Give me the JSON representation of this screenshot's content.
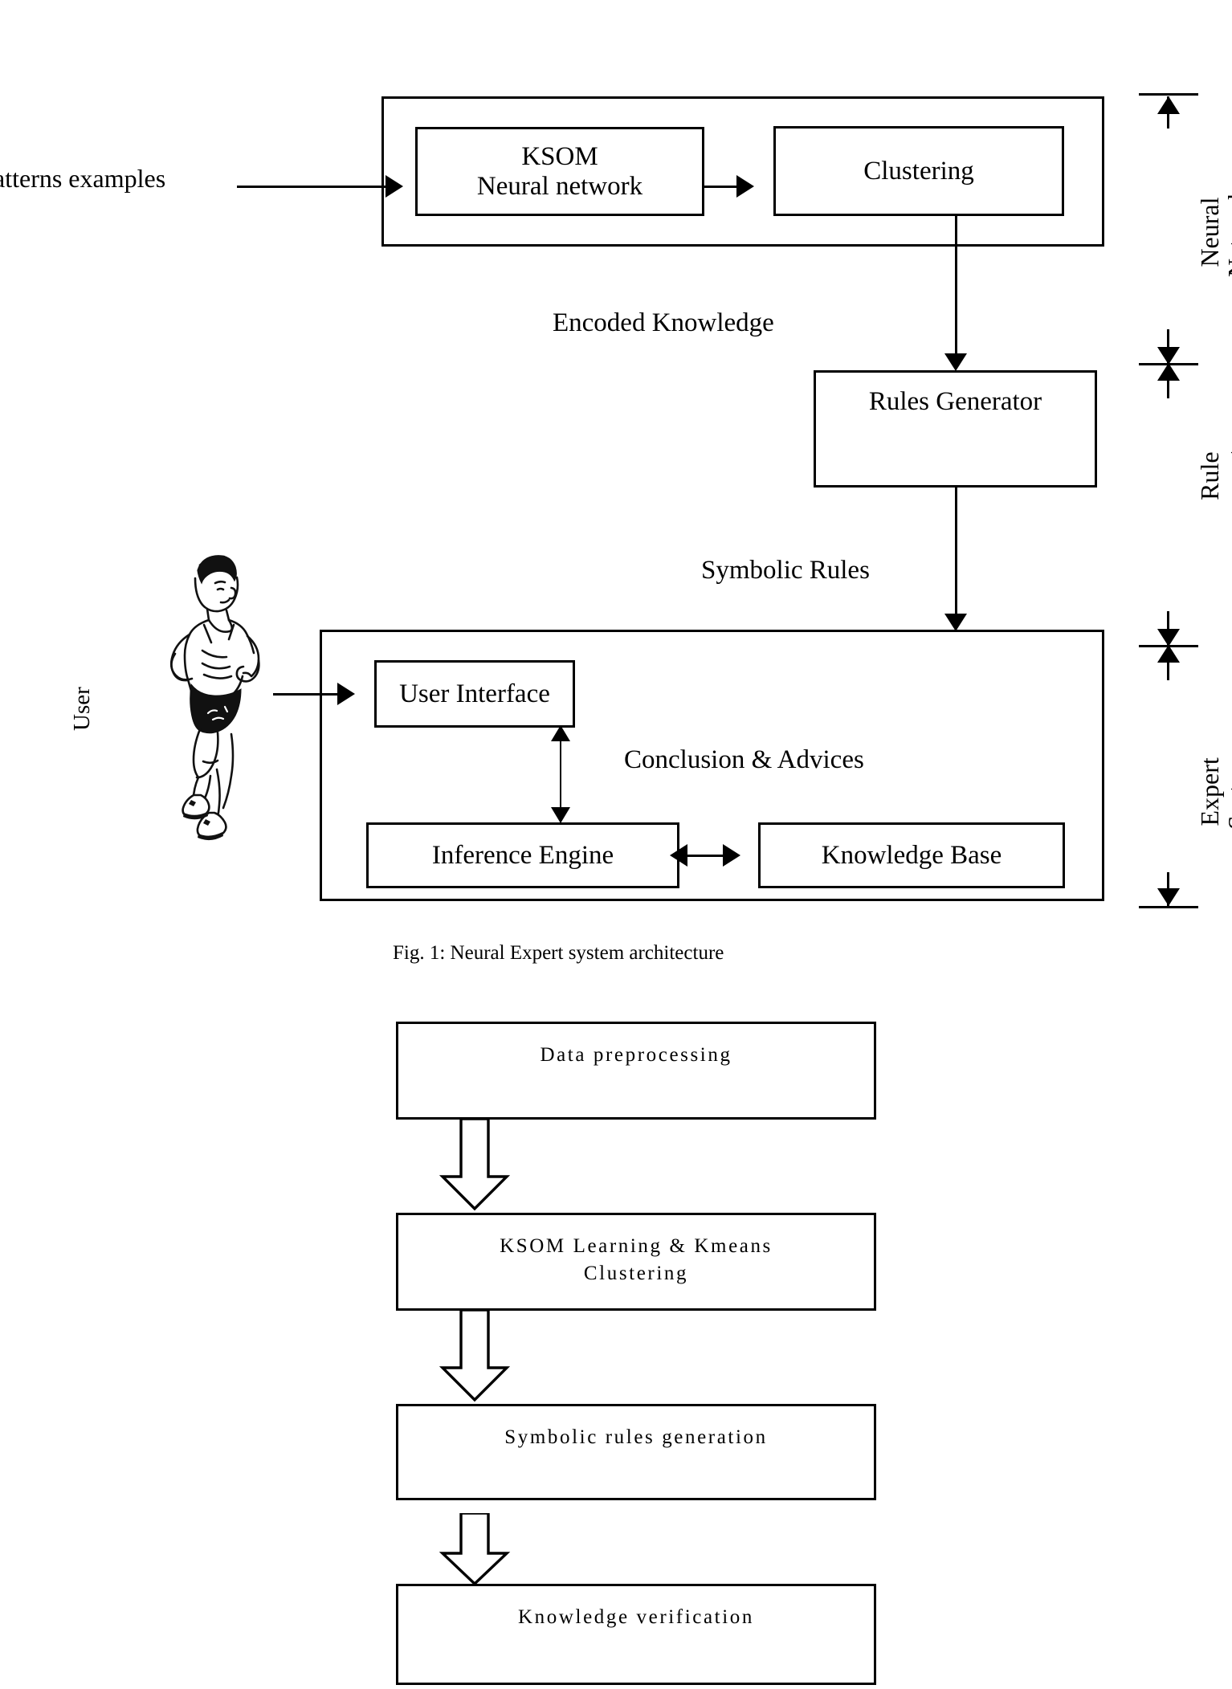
{
  "figure1": {
    "input_label": "atterns examples",
    "user_label": "User",
    "neural_network_group": {
      "boxes": [
        {
          "name": "ksom",
          "lines": [
            "KSOM",
            "Neural network"
          ]
        },
        {
          "name": "clustering",
          "lines": [
            "Clustering"
          ]
        }
      ]
    },
    "flow_labels": {
      "encoded_knowledge": "Encoded Knowledge",
      "symbolic_rules": "Symbolic Rules",
      "conclusion_advices": "Conclusion & Advices"
    },
    "rules_generator": "Rules Generator",
    "expert_system_group": {
      "boxes": [
        {
          "name": "user-interface",
          "label": "User Interface"
        },
        {
          "name": "inference-engine",
          "label": "Inference Engine"
        },
        {
          "name": "knowledge-base",
          "label": "Knowledge Base"
        }
      ]
    },
    "section_brackets": [
      {
        "name": "neural-network",
        "line1": "Neural",
        "line2": "Network"
      },
      {
        "name": "rule-generator",
        "line1": "Rule",
        "line2": "generator"
      },
      {
        "name": "expert-system",
        "line1": "Expert",
        "line2": "System"
      }
    ],
    "caption": "Fig. 1: Neural Expert system architecture"
  },
  "figure2": {
    "steps": [
      {
        "name": "data-preprocessing",
        "lines": [
          "Data preprocessing"
        ]
      },
      {
        "name": "ksom-kmeans",
        "lines": [
          "KSOM Learning & Kmeans",
          "Clustering"
        ]
      },
      {
        "name": "symbolic-rules-generation",
        "lines": [
          "Symbolic rules generation"
        ]
      },
      {
        "name": "knowledge-verification",
        "lines": [
          "Knowledge verification"
        ]
      }
    ]
  },
  "colors": {
    "ink": "#000000",
    "paper": "#ffffff"
  }
}
